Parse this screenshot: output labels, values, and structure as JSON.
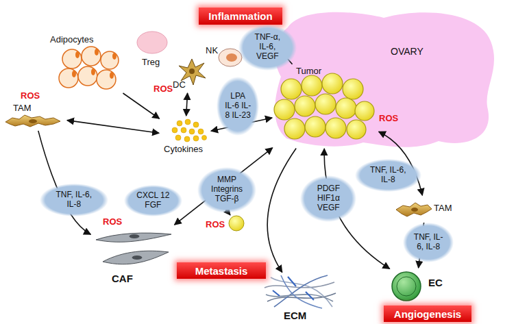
{
  "diagram": {
    "nodes": [
      {
        "text": [
          "Inflammation"
        ]
      },
      {
        "text": [
          "OVARY"
        ]
      },
      {
        "text": [
          "Tumor"
        ],
        "in": 1
      },
      {
        "text": [
          "Treg"
        ]
      },
      {
        "text": [
          "DC"
        ]
      },
      {
        "text": [
          "NK"
        ]
      },
      {
        "text": [
          "Adipocytes"
        ]
      },
      {
        "text": [
          "Cytokines"
        ]
      },
      {
        "text": [
          "TAM"
        ]
      },
      {
        "text": [
          "CAF"
        ]
      },
      {
        "text": [
          "TAM"
        ]
      },
      {
        "text": [
          "ECM"
        ]
      },
      {
        "text": [
          "EC"
        ]
      },
      {
        "text": [
          "Metastasis"
        ]
      },
      {
        "text": [
          "Angiogenesis"
        ]
      },
      {
        "text": [
          "TNF-α, IL-6, VEGF"
        ]
      },
      {
        "text": [
          "LPA IL-6 IL-8 IL-23"
        ]
      },
      {
        "text": [
          "TNF, IL-6, IL-8"
        ]
      },
      {
        "text": [
          "CXCL 12 FGF"
        ]
      },
      {
        "text": [
          "MMP Integrins TGF-β"
        ]
      },
      {
        "text": [
          "PDGF HIF1α VEGF"
        ]
      },
      {
        "text": [
          "TNF, IL-6, IL-8"
        ]
      },
      {
        "text": [
          "TNF, IL-6, IL-8"
        ]
      }
    ],
    "edges": [
      {
        "from": 4,
        "to": 7,
        "arrow": "both"
      },
      {
        "from": 2,
        "to": 5,
        "arrow": "to"
      },
      {
        "from": 6,
        "to": 7,
        "arrow": "to"
      },
      {
        "from": 8,
        "to": 7,
        "arrow": "both"
      },
      {
        "from": 7,
        "to": 2,
        "arrow": "both"
      },
      {
        "from": 8,
        "to": 9,
        "arrow": "to"
      },
      {
        "from": 9,
        "to": 2,
        "arrow": "both"
      },
      {
        "from": 2,
        "to": 11,
        "arrow": "to"
      },
      {
        "from": 2,
        "to": 12,
        "arrow": "both"
      },
      {
        "from": 2,
        "to": 10,
        "arrow": "both"
      },
      {
        "from": 10,
        "to": 12,
        "arrow": "to"
      }
    ],
    "labels": [
      "ROS",
      "ROS",
      "ROS",
      "ROS",
      "ROS"
    ]
  }
}
